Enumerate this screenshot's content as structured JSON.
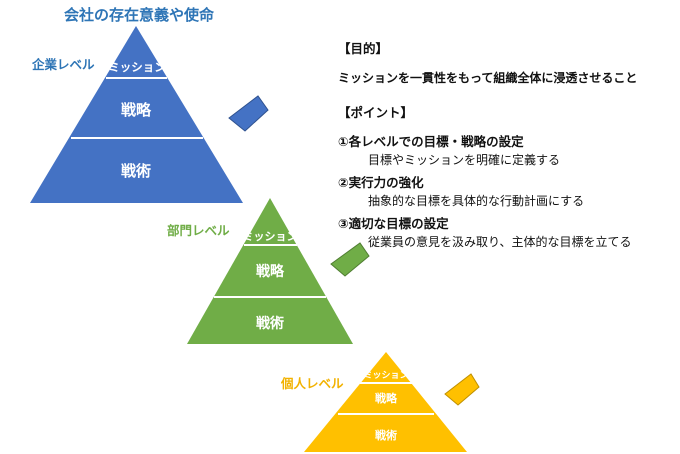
{
  "title": "会社の存在意義や使命",
  "levels": {
    "company": {
      "label": "企業レベル",
      "tiers": [
        "ミッション",
        "戦略",
        "戦術"
      ],
      "color": "#4472c4"
    },
    "department": {
      "label": "部門レベル",
      "tiers": [
        "ミッション",
        "戦略",
        "戦術"
      ],
      "color": "#70ad47"
    },
    "individual": {
      "label": "個人レベル",
      "tiers": [
        "ミッション",
        "戦略",
        "戦術"
      ],
      "color": "#ffc000"
    }
  },
  "panel": {
    "purpose_heading": "【目的】",
    "purpose_text": "ミッションを一貫性をもって組織全体に浸透させること",
    "points_heading": "【ポイント】",
    "points": [
      {
        "title": "①各レベルでの目標・戦略の設定",
        "desc": "目標やミッションを明確に定義する"
      },
      {
        "title": "②実行力の強化",
        "desc": "抽象的な目標を具体的な行動計画にする"
      },
      {
        "title": "③適切な目標の設定",
        "desc": "従業員の意見を汲み取り、主体的な目標を立てる"
      }
    ]
  }
}
